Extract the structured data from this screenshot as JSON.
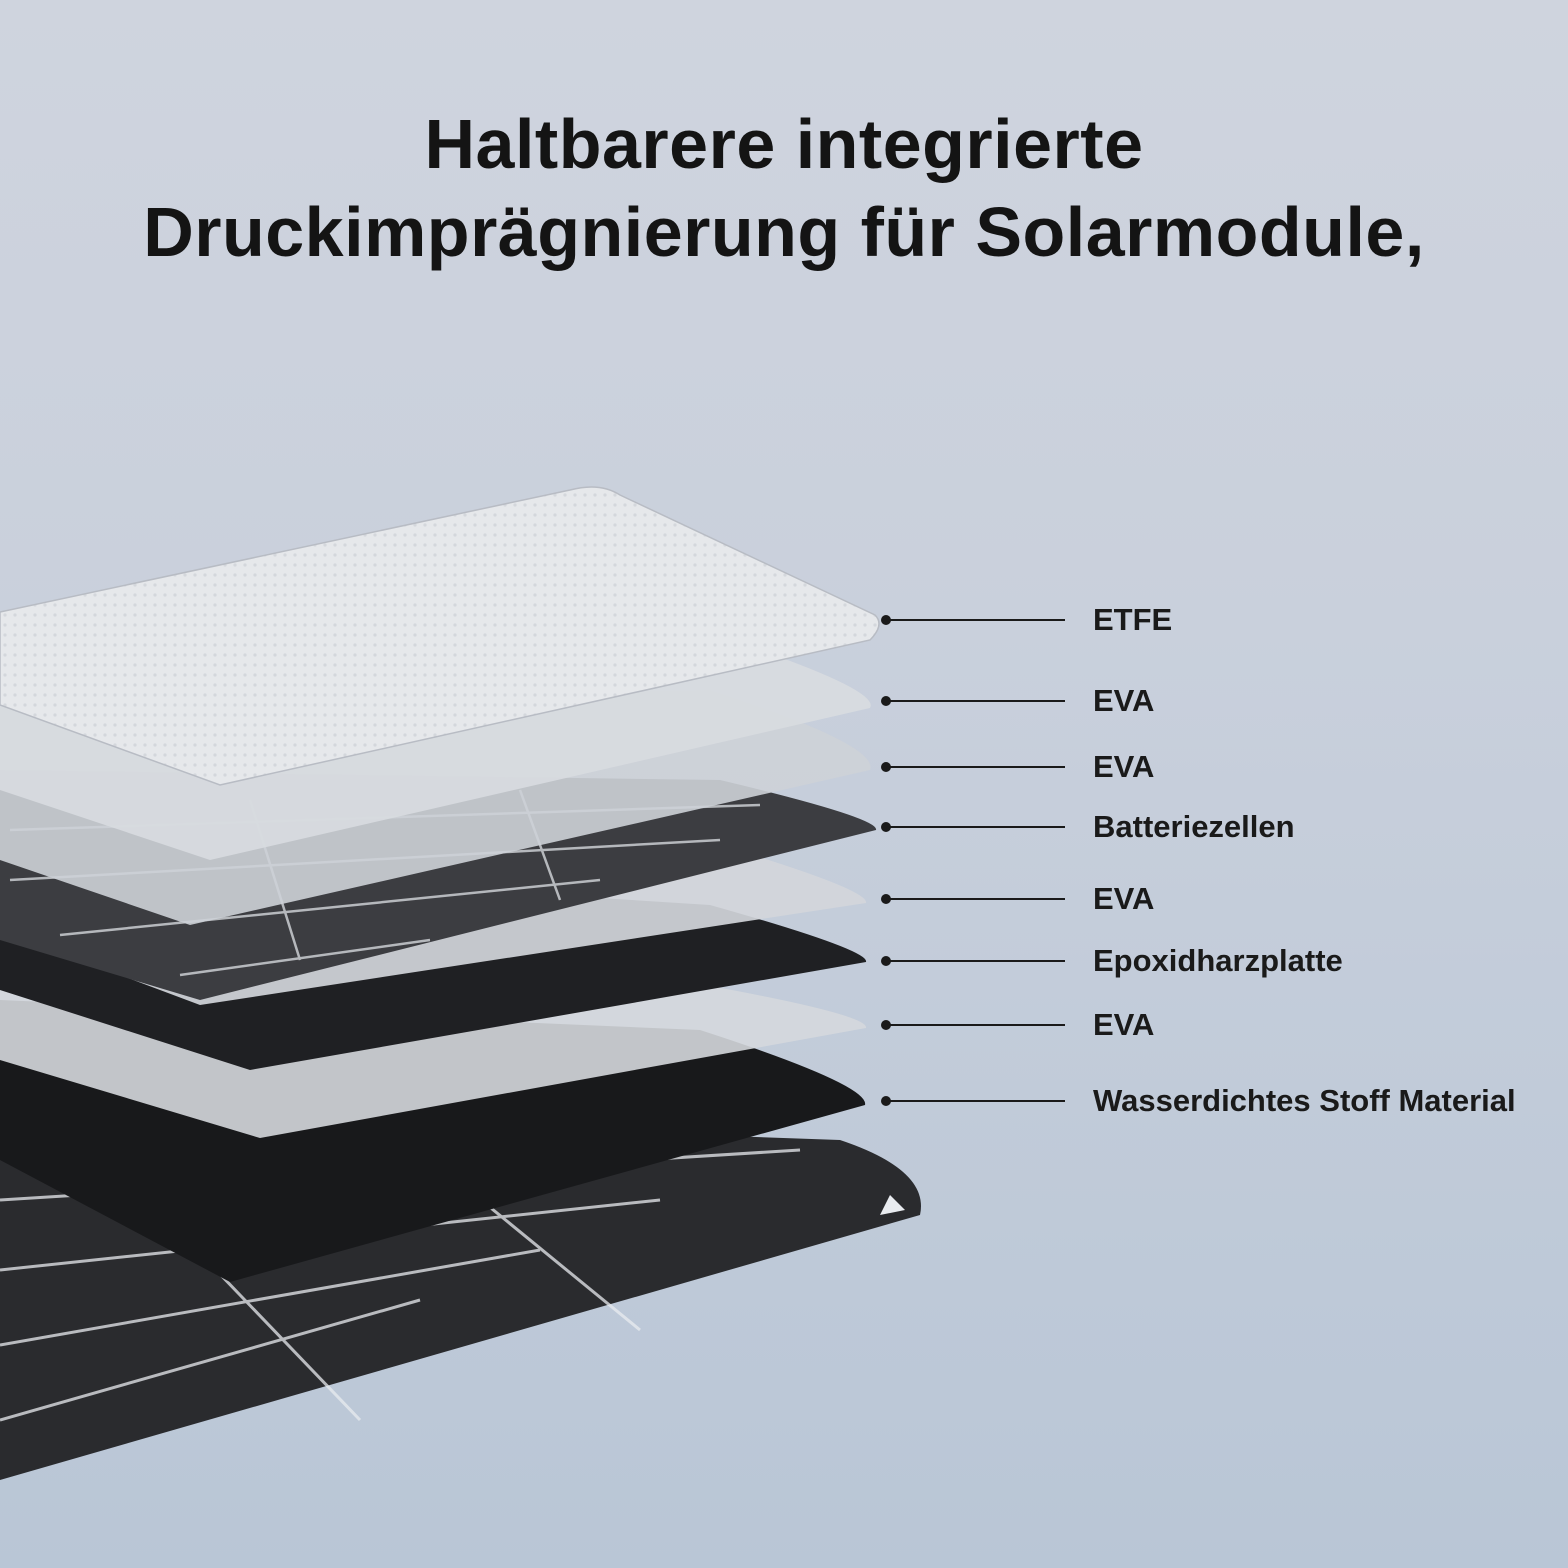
{
  "headline": {
    "line1": "Haltbarere integrierte",
    "line2": "Druckimprägnierung für Solarmodule,"
  },
  "layers": [
    {
      "label": "ETFE",
      "fill": "#e6e8eb"
    },
    {
      "label": "EVA",
      "fill": "#d8dbe0"
    },
    {
      "label": "EVA",
      "fill": "#cdd1d7"
    },
    {
      "label": "Batteriezellen",
      "fill": "#3c3d41"
    },
    {
      "label": "EVA",
      "fill": "#d3d6db"
    },
    {
      "label": "Epoxidharzplatte",
      "fill": "#1f2023"
    },
    {
      "label": "EVA",
      "fill": "#d5d8dd"
    },
    {
      "label": "Wasserdichtes Stoff Material",
      "fill": "#18191b"
    }
  ],
  "colors": {
    "leader_line": "#1a1a1a",
    "cell_lines": "#e9ecf0",
    "base_panel": "#2a2b2e"
  }
}
